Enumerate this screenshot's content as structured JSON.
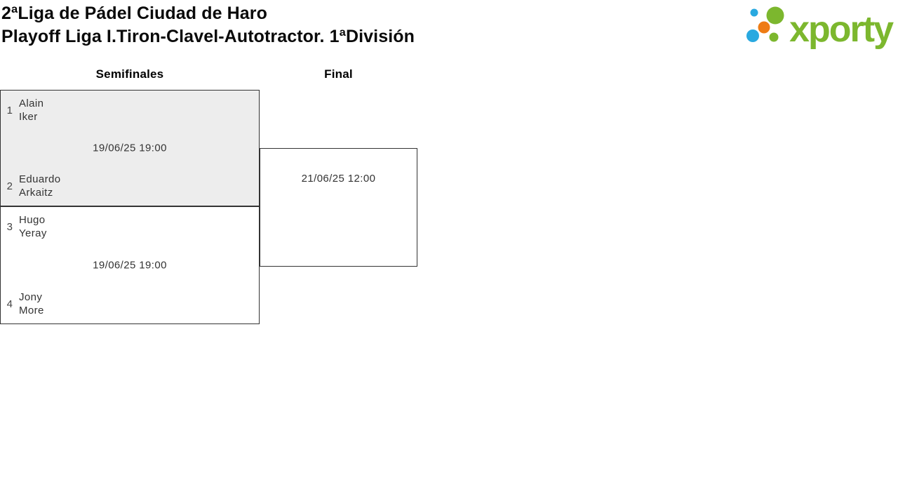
{
  "page": {
    "title_line1": "2ªLiga de Pádel Ciudad de Haro",
    "title_line2": "Playoff Liga I.Tiron-Clavel-Autotractor. 1ªDivisión"
  },
  "logo": {
    "text": "xporty",
    "colors": {
      "green": "#7cb72e",
      "blue": "#29a9e0",
      "orange": "#ee7c14"
    }
  },
  "bracket": {
    "round_headers": [
      {
        "label": "Semifinales"
      },
      {
        "label": "Final"
      }
    ],
    "semifinals": [
      {
        "date": "19/06/25 19:00",
        "highlighted": true,
        "home": {
          "seed": "1",
          "players": [
            "Alain",
            "Iker"
          ]
        },
        "away": {
          "seed": "2",
          "players": [
            "Eduardo",
            "Arkaitz"
          ]
        }
      },
      {
        "date": "19/06/25 19:00",
        "highlighted": false,
        "home": {
          "seed": "3",
          "players": [
            "Hugo",
            "Yeray"
          ]
        },
        "away": {
          "seed": "4",
          "players": [
            "Jony",
            "More"
          ]
        }
      }
    ],
    "final": {
      "date": "21/06/25 12:00"
    }
  },
  "colors": {
    "match_highlight_bg": "#ededed",
    "match_bg": "#ffffff",
    "border": "#333333",
    "text": "#333333",
    "title": "#0a0a0a"
  }
}
